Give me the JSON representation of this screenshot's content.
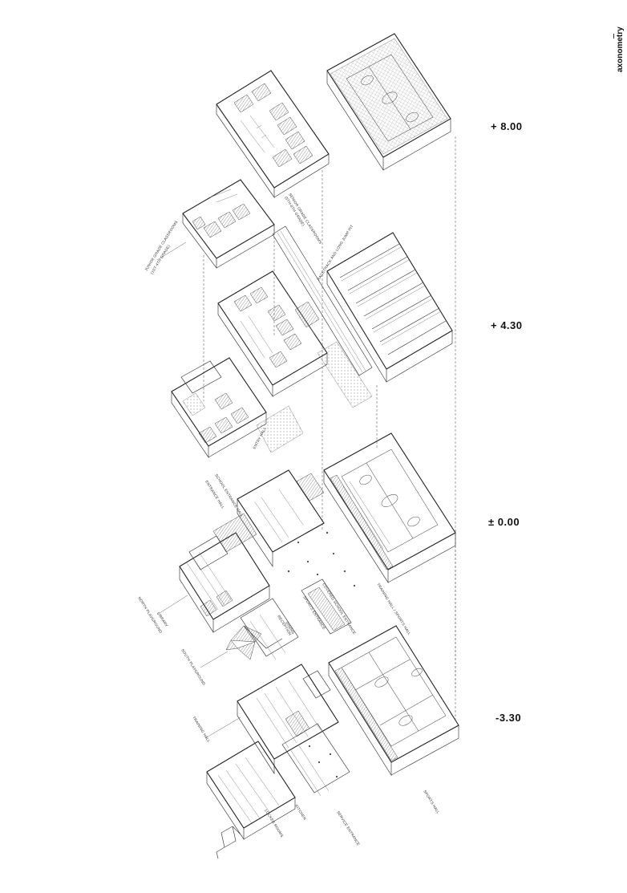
{
  "sheet": {
    "side_title": "axonometry"
  },
  "levels": [
    {
      "label": "+ 8.00"
    },
    {
      "label": "+ 4.30"
    },
    {
      "label": "± 0.00"
    },
    {
      "label": "-3.30"
    }
  ],
  "annotations": {
    "junior_classrooms": "JUNIOR GRADE CLASSROOMS",
    "junior_classrooms_sub": "(1ST-4TH GRADE)",
    "senior_classrooms": "SENIOR GRADE CLASSROOMS",
    "senior_classrooms_sub": "(5TH-8TH GRADE)",
    "racetrack": "RACETRACK AND LONG JUMP PIT",
    "entry_hall": "ENTRY HALL",
    "school_entrance_hall": "SCHOOL ENTRANCE HALL",
    "entrance_hall": "ENTRANCE HALL",
    "north_playground": "NORTH PLAYGROUND",
    "library": "LIBRARY",
    "south_playground": "SOUTH PLAYGROUND",
    "sports_entrance": "SPORTS ENTRANCE",
    "covered_entrance": "COVERED SCHOOL ENTRANCE",
    "reception": "RECEPTION",
    "dining": "DINING",
    "sports_hall": "TRAINING HALL / SPORTS HALL",
    "training_hall": "TRAINING HALL",
    "locker_rooms": "LOCKER ROOMS",
    "kitchen": "KITCHEN",
    "service_entrance": "SERVICE ENTRANCE",
    "sports_hall_lower": "SPORTS HALL"
  }
}
